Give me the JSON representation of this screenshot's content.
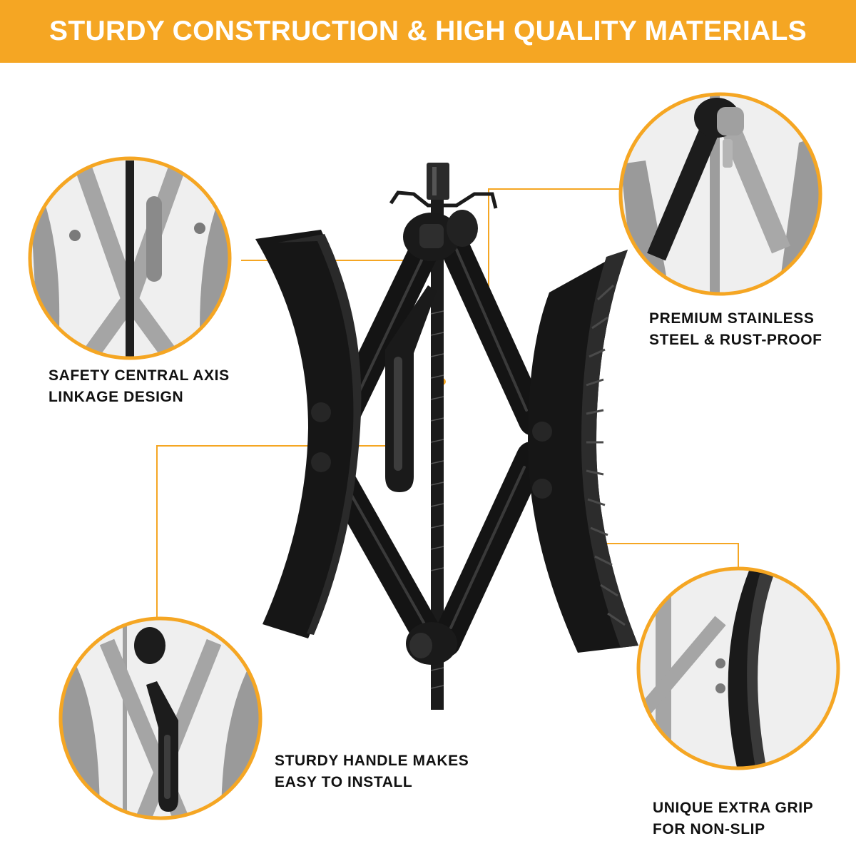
{
  "banner": {
    "title": "STURDY CONSTRUCTION & HIGH QUALITY MATERIALS",
    "color": "#f5a623"
  },
  "callouts": [
    {
      "id": "central-axis",
      "lines": [
        "SAFETY CENTRAL AXIS",
        "LINKAGE DESIGN"
      ]
    },
    {
      "id": "stainless",
      "lines": [
        "PREMIUM STAINLESS",
        "STEEL & RUST-PROOF"
      ]
    },
    {
      "id": "handle",
      "lines": [
        "STURDY HANDLE MAKES",
        "EASY TO INSTALL"
      ]
    },
    {
      "id": "grip",
      "lines": [
        "UNIQUE EXTRA GRIP",
        "FOR NON-SLIP"
      ]
    }
  ],
  "colors": {
    "accent": "#f5a623",
    "product": "#141414",
    "detail": "#9a9a9a"
  }
}
